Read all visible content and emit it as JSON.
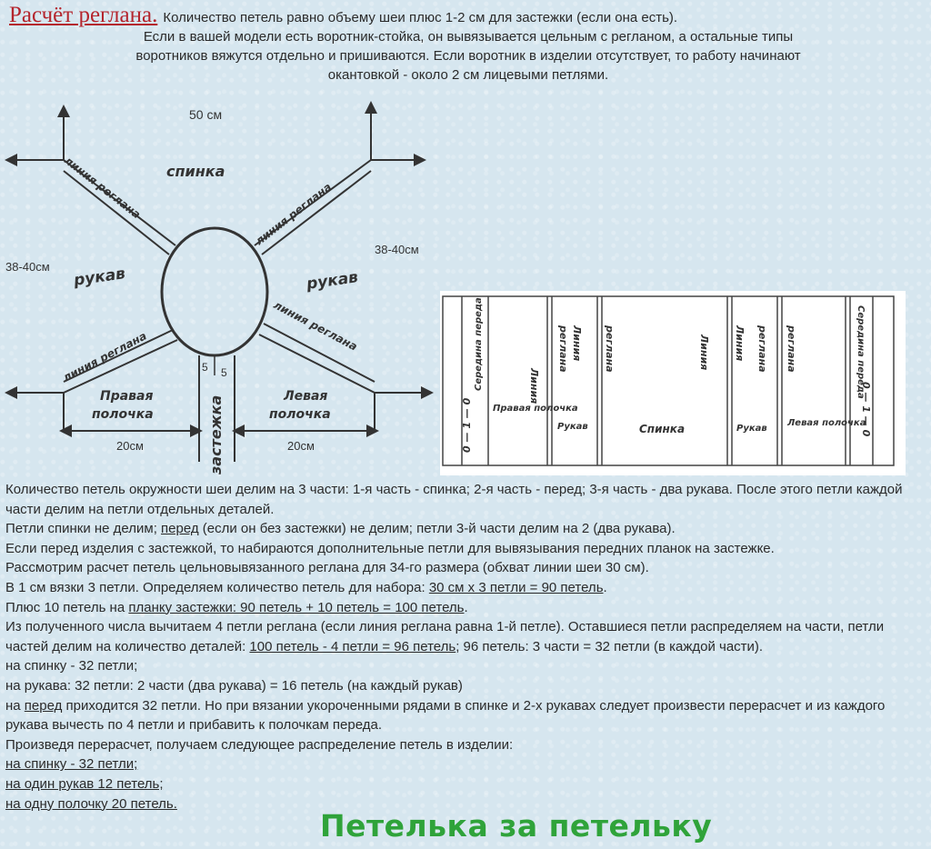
{
  "header": {
    "title": "Расчёт реглана.",
    "line1": "Количество петель равно объему шеи плюс 1-2 см для застежки (если она есть).",
    "line2": "Если в вашей модели есть воротник-стойка, он вывязывается цельным с регланом, а остальные типы",
    "line3": "воротников вяжутся отдельно и пришиваются. Если воротник в изделии отсутствует, то работу начинают",
    "line4": "окантовкой - около 2 см лицевыми петлями."
  },
  "diagram": {
    "back_width": "50 см",
    "back": "спинка",
    "sleeve_left": "рукав",
    "sleeve_right": "рукав",
    "sleeve_width_left": "38-40см",
    "sleeve_width_right": "38-40см",
    "raglan_line": "линия реглана",
    "right_front_1": "Правая",
    "right_front_2": "полочка",
    "left_front_1": "Левая",
    "left_front_2": "полочка",
    "front_width_left": "20см",
    "front_width_right": "20см",
    "placket": "застежка",
    "placket_num_left": "5",
    "placket_num_right": "5"
  },
  "table": {
    "c1_rot": "Середина переда",
    "c1_num": "0 — 1 — 0",
    "c2_rot": "Линия",
    "c2_h": "Правая полочка",
    "c3_rot": "реглана",
    "c4_rot": "Линия",
    "c3_h": "Рукав",
    "c5_rot": "реглана",
    "c6_rot": "Линия",
    "c6_h": "Спинка",
    "c7_rot": "Линия",
    "c8_rot": "реглана",
    "c8_h": "Рукав",
    "c9_rot": "реглана",
    "c9_h": "Левая полочка",
    "c10_rot": "Середина переда",
    "c10_num": "0 — 1 — 0"
  },
  "body": {
    "p1": "Количество петель окружности шеи делим на 3 части: 1-я часть - спинка; 2-я часть - перед; 3-я часть - два рукава. После этого петли каждой части делим на петли отдельных деталей.",
    "p2a": "Петли спинки не делим; ",
    "p2b": "перед",
    "p2c": " (если он без застежки) не делим; петли 3-й части делим на 2 (два рукава).",
    "p3": "Если перед изделия с застежкой, то набираются дополнительные петли для вывязывания передних планок на застежке.",
    "p4": "Рассмотрим расчет петель цельновывязанного реглана для 34-го размера (обхват линии шеи 30 см).",
    "p5a": "В 1 см вязки 3 петли. Определяем количество петель для набора: ",
    "p5b": "30 см х 3 петли = 90 петель",
    "p5c": ".",
    "p6a": "Плюс 10 петель на ",
    "p6b": "планку застежки: 90 петель + 10 петель = 100 петель",
    "p6c": ".",
    "p7a": "Из полученного числа вычитаем 4 петли реглана (если линия реглана равна 1-й петле). Оставшиеся петли распределяем на части, петли частей делим на количество деталей: ",
    "p7b": "100 петель - 4 петли = 96 петель",
    "p7c": "; 96 петель: 3 части = 32 петли (в каждой части).",
    "p8": "на спинку - 32 петли;",
    "p9": "на рукава: 32 петли: 2 части (два рукава) = 16 петель (на каждый рукав)",
    "p10a": "на ",
    "p10b": "перед",
    "p10c": " приходится 32 петли. Но при вязании укороченными рядами в спинке и 2-х рукавах следует произвести перерасчет и из каждого рукава вычесть по 4 петли и прибавить к полочкам переда.",
    "p11": "Произведя перерасчет, получаем следующее распределение петель в изделии:",
    "p12": "на спинку - 32 петли;",
    "p13": "на один рукав 12 петель;",
    "p14": "на одну полочку 20 петель."
  },
  "watermark": "Петелька за петельку"
}
